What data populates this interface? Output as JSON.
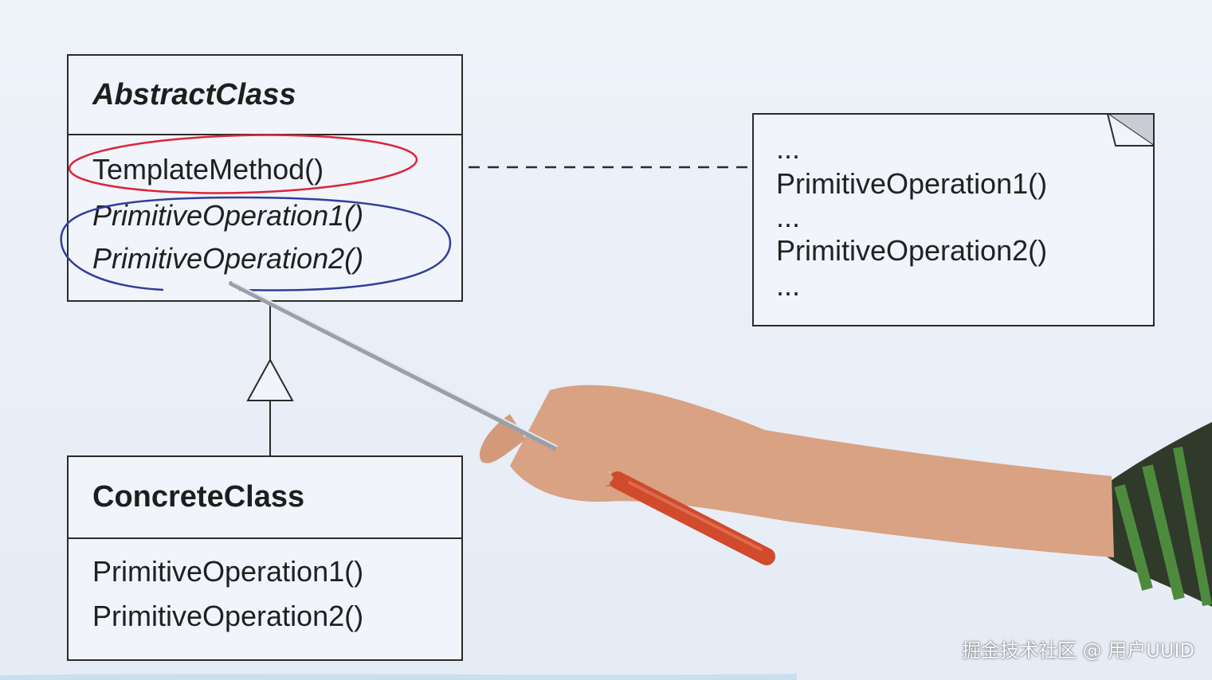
{
  "abstract_class": {
    "name": "AbstractClass",
    "operations": [
      "TemplateMethod()",
      "PrimitiveOperation1()",
      "PrimitiveOperation2()"
    ]
  },
  "concrete_class": {
    "name": "ConcreteClass",
    "operations": [
      "PrimitiveOperation1()",
      "PrimitiveOperation2()"
    ]
  },
  "note": {
    "lines": [
      "...",
      "PrimitiveOperation1()",
      "...",
      "PrimitiveOperation2()",
      "..."
    ]
  },
  "annotations": {
    "template_method_circle_color": "#d9253a",
    "primitive_ops_circle_color": "#2e3f9e"
  },
  "watermark": "掘金技术社区 @ 用户UUID"
}
